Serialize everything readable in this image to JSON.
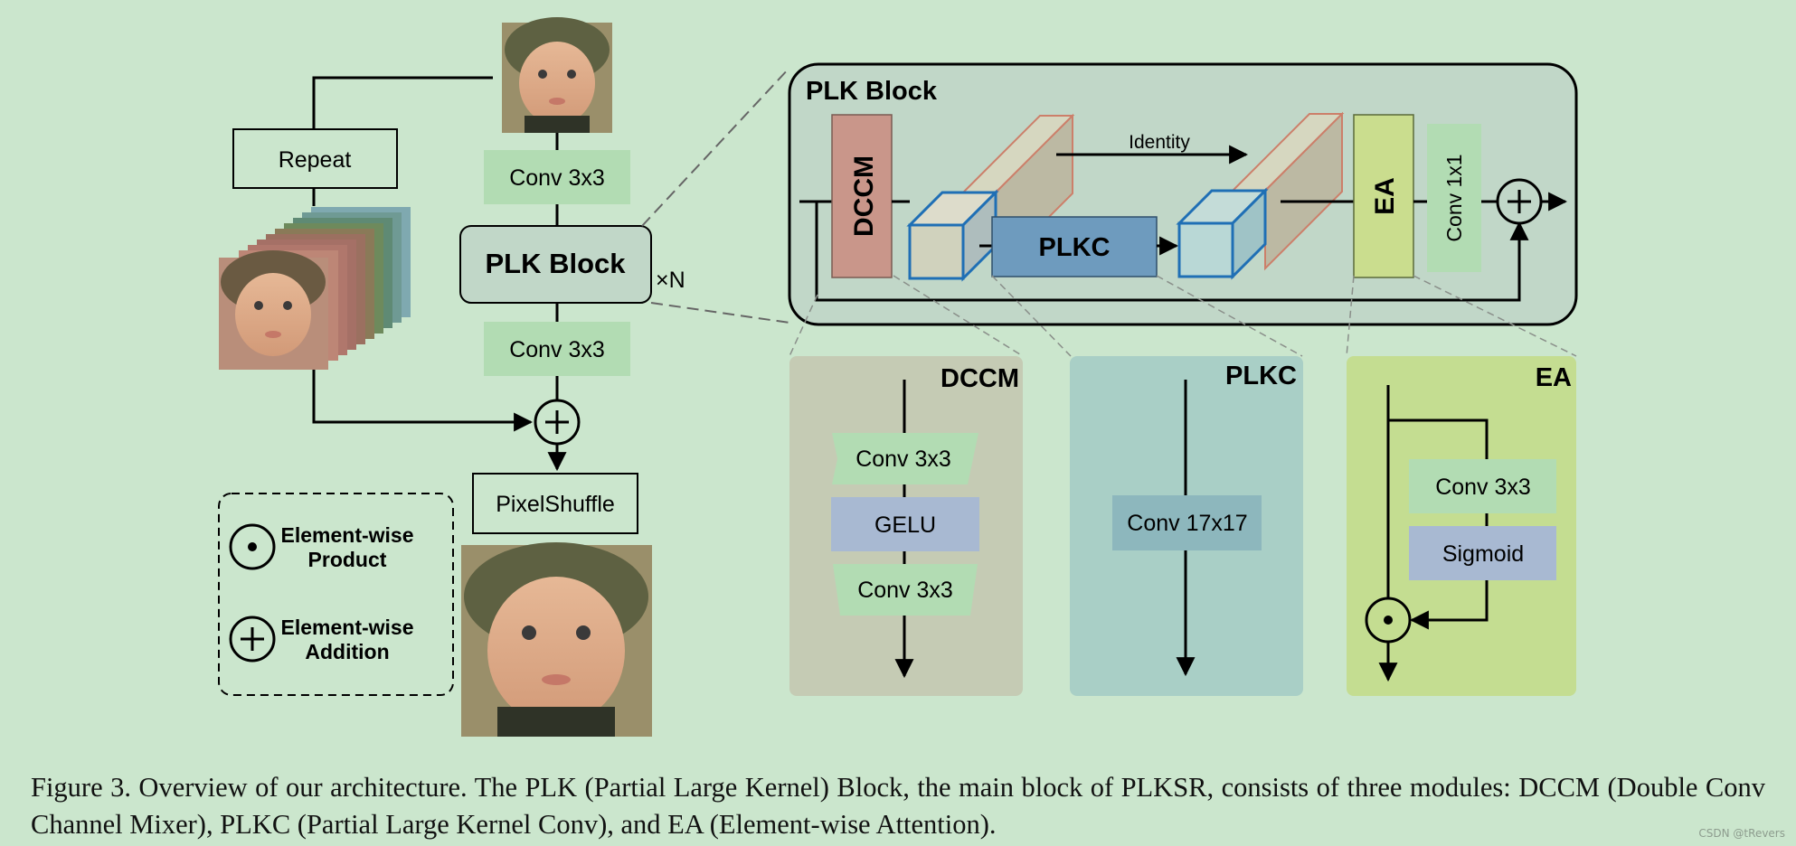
{
  "overview": {
    "repeat": "Repeat",
    "conv_top": "Conv 3x3",
    "plk_block": "PLK Block",
    "times_n": "×N",
    "conv_bottom": "Conv 3x3",
    "pixelshuffle": "PixelShuffle"
  },
  "legend": {
    "product_line1": "Element-wise",
    "product_line2": "Product",
    "addition_line1": "Element-wise",
    "addition_line2": "Addition"
  },
  "plk_detail": {
    "title": "PLK Block",
    "dccm": "DCCM",
    "plkc": "PLKC",
    "identity": "Identity",
    "ea": "EA",
    "conv1x1": "Conv 1x1"
  },
  "dccm_panel": {
    "title": "DCCM",
    "conv_a": "Conv 3x3",
    "gelu": "GELU",
    "conv_b": "Conv 3x3"
  },
  "plkc_panel": {
    "title": "PLKC",
    "conv": "Conv 17x17"
  },
  "ea_panel": {
    "title": "EA",
    "conv": "Conv 3x3",
    "sigmoid": "Sigmoid"
  },
  "colors": {
    "background": "#cbe6cd",
    "conv_green": "#b2dcb3",
    "dccm_block": "#c9968a",
    "plkc_block": "#6e9bbe",
    "ea_block": "#cadd8e",
    "detail_frame": "#c1d7c8",
    "dccm_panel": "#c5cbb4",
    "plkc_panel": "#a9cfc6",
    "ea_panel": "#c4dd91",
    "gelu": "#a8b9d2",
    "plkc_conv": "#8db7bd",
    "sigmoid": "#a8b9d2"
  },
  "caption": {
    "line1": "Figure 3. Overview of our architecture. The PLK (Partial Large Kernel) Block, the main block of PLKSR, consists of three modules:",
    "line2": "DCCM (Double Conv Channel Mixer), PLKC (Partial Large Kernel Conv), and EA (Element-wise Attention)."
  },
  "watermark": "CSDN @tRevers"
}
